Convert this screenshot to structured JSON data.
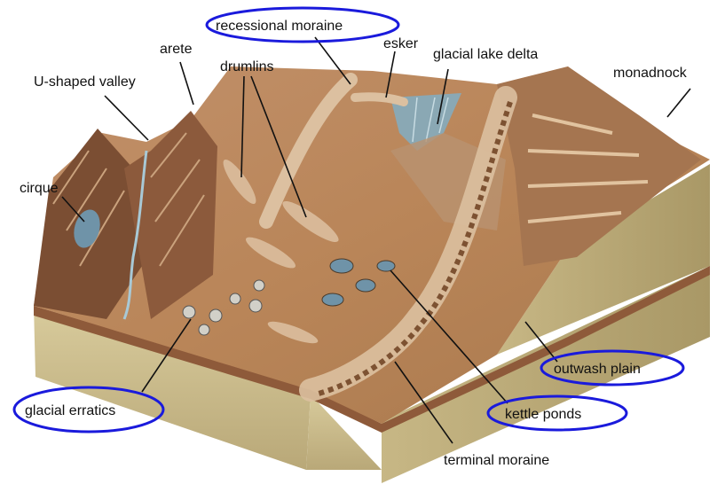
{
  "labels": {
    "recessional_moraine": "recessional moraine",
    "arete": "arete",
    "esker": "esker",
    "glacial_lake_delta": "glacial lake delta",
    "u_shaped_valley": "U-shaped valley",
    "drumlins": "drumlins",
    "monadnock": "monadnock",
    "cirque": "cirque",
    "outwash_plain": "outwash plain",
    "glacial_erratics": "glacial erratics",
    "kettle_ponds": "kettle ponds",
    "terminal_moraine": "terminal moraine"
  },
  "highlighted": [
    "recessional moraine",
    "outwash plain",
    "glacial erratics",
    "kettle ponds"
  ],
  "colors": {
    "highlight_ellipse": "#1a1adc",
    "terrain": "#b98558",
    "soil_side": "#c8b98a",
    "water": "#6f93a8"
  }
}
